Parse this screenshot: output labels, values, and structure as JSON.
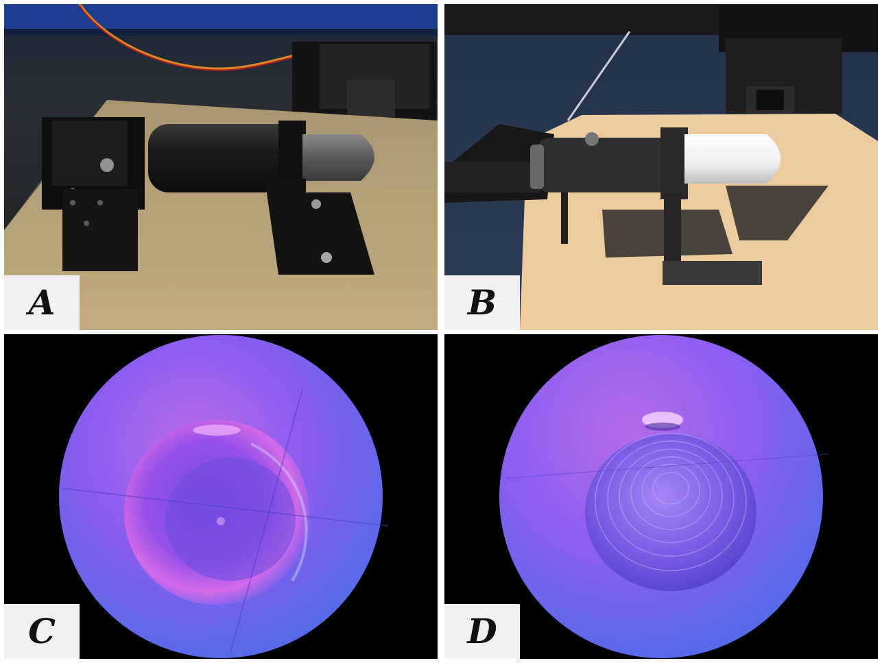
{
  "panels": [
    {
      "label": "A",
      "content": "photo"
    },
    {
      "label": "B",
      "content": "simulation-render"
    },
    {
      "label": "C",
      "content": "tactile-image-real"
    },
    {
      "label": "D",
      "content": "tactile-image-sim"
    }
  ]
}
